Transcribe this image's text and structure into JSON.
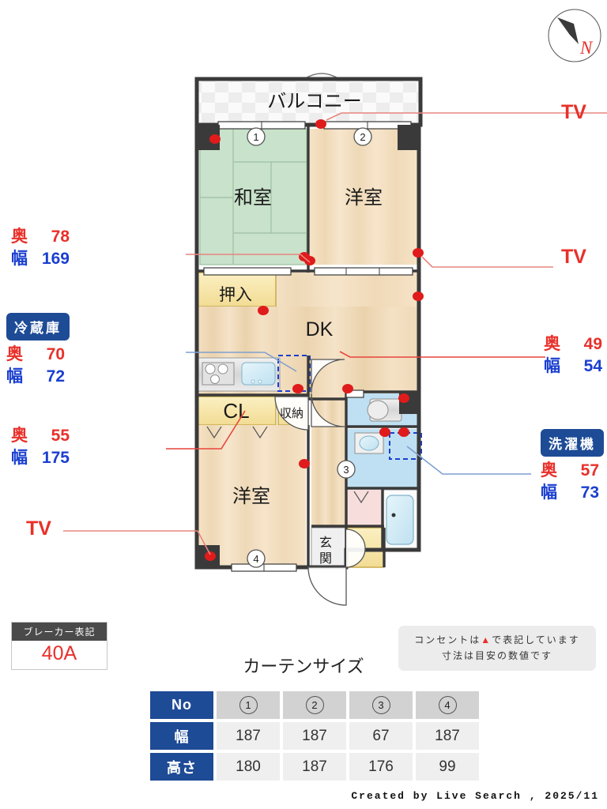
{
  "compass": {
    "label": "N",
    "direction": "northwest"
  },
  "floorplan": {
    "rooms": [
      {
        "name": "balcony",
        "label": "バルコニー"
      },
      {
        "name": "washitsu",
        "label": "和室"
      },
      {
        "name": "yoshitsu-top",
        "label": "洋室"
      },
      {
        "name": "oshiire",
        "label": "押入"
      },
      {
        "name": "dk",
        "label": "DK"
      },
      {
        "name": "closet",
        "label": "CL"
      },
      {
        "name": "shuno",
        "label": "収納"
      },
      {
        "name": "yoshitsu-bottom",
        "label": "洋室"
      },
      {
        "name": "genkan",
        "label": "玄関"
      }
    ],
    "window_markers": [
      "1",
      "2",
      "3",
      "4"
    ]
  },
  "annotations": [
    {
      "id": "ann-169",
      "oku_label": "奥",
      "oku_value": "78",
      "haba_label": "幅",
      "haba_value": "169"
    },
    {
      "id": "ann-fridge",
      "tag": "冷蔵庫",
      "oku_label": "奥",
      "oku_value": "70",
      "haba_label": "幅",
      "haba_value": "72"
    },
    {
      "id": "ann-175",
      "oku_label": "奥",
      "oku_value": "55",
      "haba_label": "幅",
      "haba_value": "175"
    },
    {
      "id": "ann-54",
      "oku_label": "奥",
      "oku_value": "49",
      "haba_label": "幅",
      "haba_value": "54"
    },
    {
      "id": "ann-washer",
      "tag": "洗濯機",
      "oku_label": "奥",
      "oku_value": "57",
      "haba_label": "幅",
      "haba_value": "73"
    }
  ],
  "tv_labels": [
    "TV",
    "TV",
    "TV"
  ],
  "breaker": {
    "title": "ブレーカー表記",
    "value": "40A"
  },
  "note": {
    "line1_pre": "コンセントは",
    "line1_tri": "▲",
    "line1_post": "で表記しています",
    "line2": "寸法は目安の数値です"
  },
  "curtain": {
    "title": "カーテンサイズ",
    "rows": [
      {
        "header": "No",
        "cells": [
          "1",
          "2",
          "3",
          "4"
        ]
      },
      {
        "header": "幅",
        "cells": [
          "187",
          "187",
          "67",
          "187"
        ]
      },
      {
        "header": "高さ",
        "cells": [
          "180",
          "187",
          "176",
          "99"
        ]
      }
    ]
  },
  "footer": {
    "text": "Created by Live Search , 2025/11"
  },
  "colors": {
    "tatami": "#c9e2cb",
    "flooring": "#f4dfc0",
    "storage": "#f7e3a8",
    "water": "#bfe0f2",
    "bath": "#f7dedd",
    "wall": "#3a3a3a",
    "accent_blue": "#1e4b96",
    "red": "#e8302a"
  }
}
